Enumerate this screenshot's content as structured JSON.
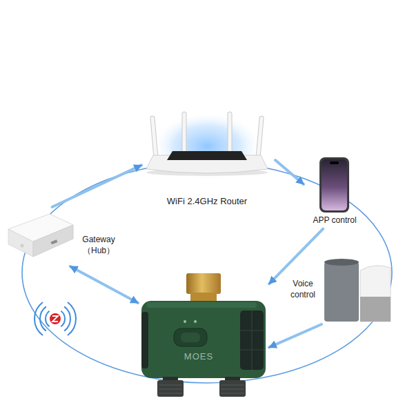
{
  "diagram": {
    "nodes": [
      {
        "text": [
          "WiFi 2.4GHz Router"
        ]
      },
      {
        "text": [
          "APP control"
        ]
      },
      {
        "text": [
          "Gateway （Hub）"
        ]
      },
      {
        "text": [
          "Voice control"
        ]
      },
      {
        "text": [
          "MOES"
        ]
      }
    ],
    "edges": [
      {
        "from": 2,
        "to": 0,
        "arrow": "to"
      },
      {
        "from": 0,
        "to": 1,
        "arrow": "to"
      },
      {
        "from": 1,
        "to": 4,
        "arrow": "to"
      },
      {
        "from": 3,
        "to": 4,
        "arrow": "to"
      },
      {
        "from": 2,
        "to": 4,
        "arrow": "both"
      }
    ]
  }
}
